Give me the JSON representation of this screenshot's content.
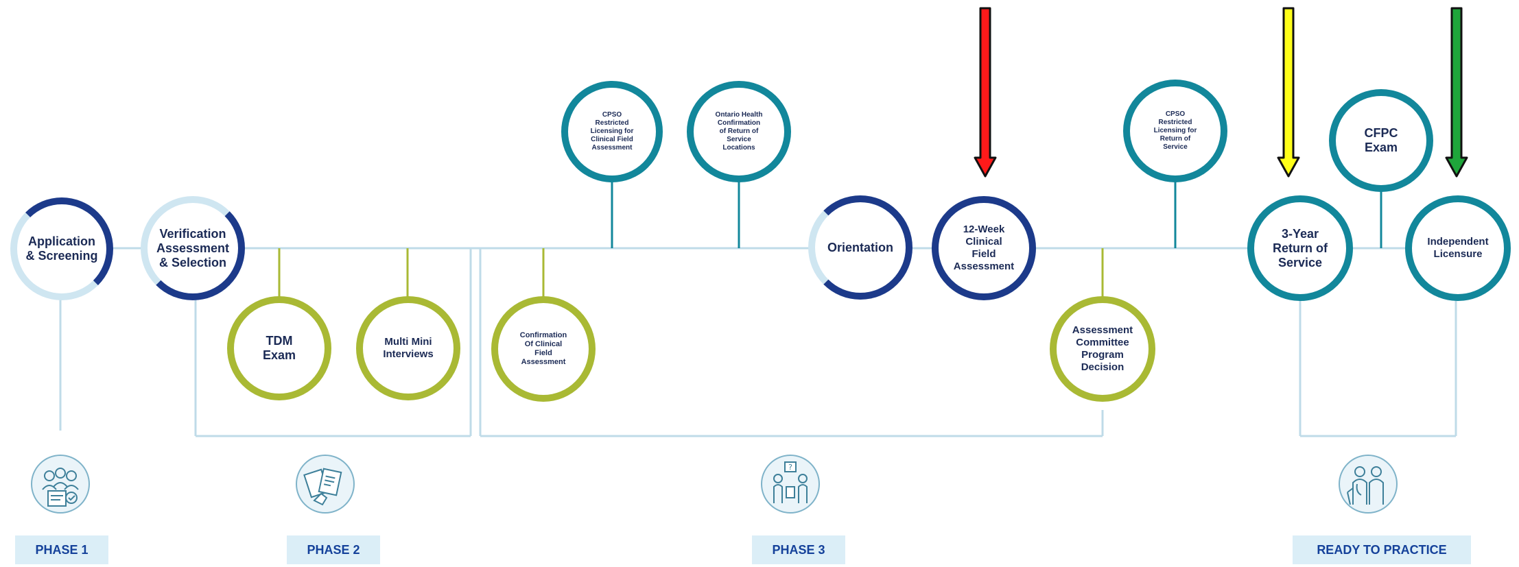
{
  "nodes": {
    "application": "Application\n& Screening",
    "verification": "Verification\nAssessment\n& Selection",
    "tdm": "TDM\nExam",
    "mmi": "Multi Mini\nInterviews",
    "confirmation": "Confirmation\nOf Clinical\nField\nAssessment",
    "cpso_cfa": "CPSO\nRestricted\nLicensing for\nClinical Field\nAssessment",
    "ontario": "Ontario Health\nConfirmation\nof Return of\nService\nLocations",
    "orientation": "Orientation",
    "twelve_week": "12-Week\nClinical\nField\nAssessment",
    "committee": "Assessment\nCommittee\nProgram\nDecision",
    "cpso_ros": "CPSO\nRestricted\nLicensing for\nReturn of\nService",
    "three_year": "3-Year\nReturn of\nService",
    "cfpc": "CFPC\nExam",
    "independent": "Independent\nLicensure"
  },
  "phases": {
    "phase1": "PHASE 1",
    "phase2": "PHASE 2",
    "phase3": "PHASE 3",
    "ready": "READY TO PRACTICE"
  },
  "arrows": [
    {
      "id": "red",
      "color": "#ff1a1a"
    },
    {
      "id": "yellow",
      "color": "#ffff1a"
    },
    {
      "id": "green",
      "color": "#1fa53b"
    }
  ],
  "colors": {
    "teal": "#12879b",
    "olive": "#a9b934",
    "navy": "#1c3a8a",
    "light_blue": "#cfe6f1",
    "connector": "#bfdbe8",
    "phase_label": "#14419a"
  },
  "icons": {
    "phase1": "applicants-group-icon",
    "phase2": "documents-review-icon",
    "phase3": "consultation-icon",
    "ready": "doctors-practice-icon"
  }
}
